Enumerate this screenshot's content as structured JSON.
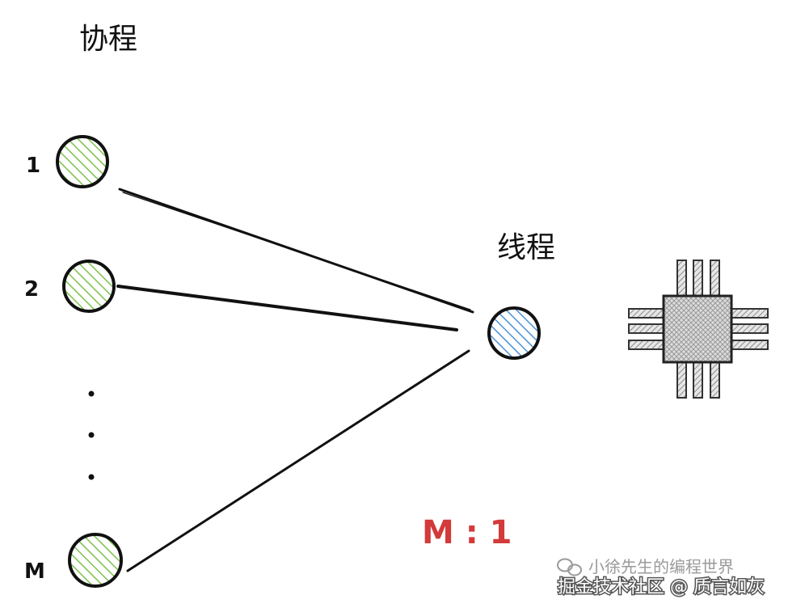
{
  "title": "协程",
  "thread": {
    "label": "线程",
    "color": "#4a90d9"
  },
  "coroutines": [
    {
      "label": "1",
      "color": "#7cc34a"
    },
    {
      "label": "2",
      "color": "#7cc34a"
    },
    {
      "label": "M",
      "color": "#7cc34a"
    }
  ],
  "ellipsis": "...",
  "ratio": {
    "text": "M : 1",
    "color": "#d33a3a"
  },
  "icons": {
    "cpu": "cpu-chip-icon",
    "watermark": "wechat-icon"
  },
  "watermark": {
    "line1": "小徐先生的编程世界",
    "line2": "掘金技术社区 @ 质言如灰"
  }
}
